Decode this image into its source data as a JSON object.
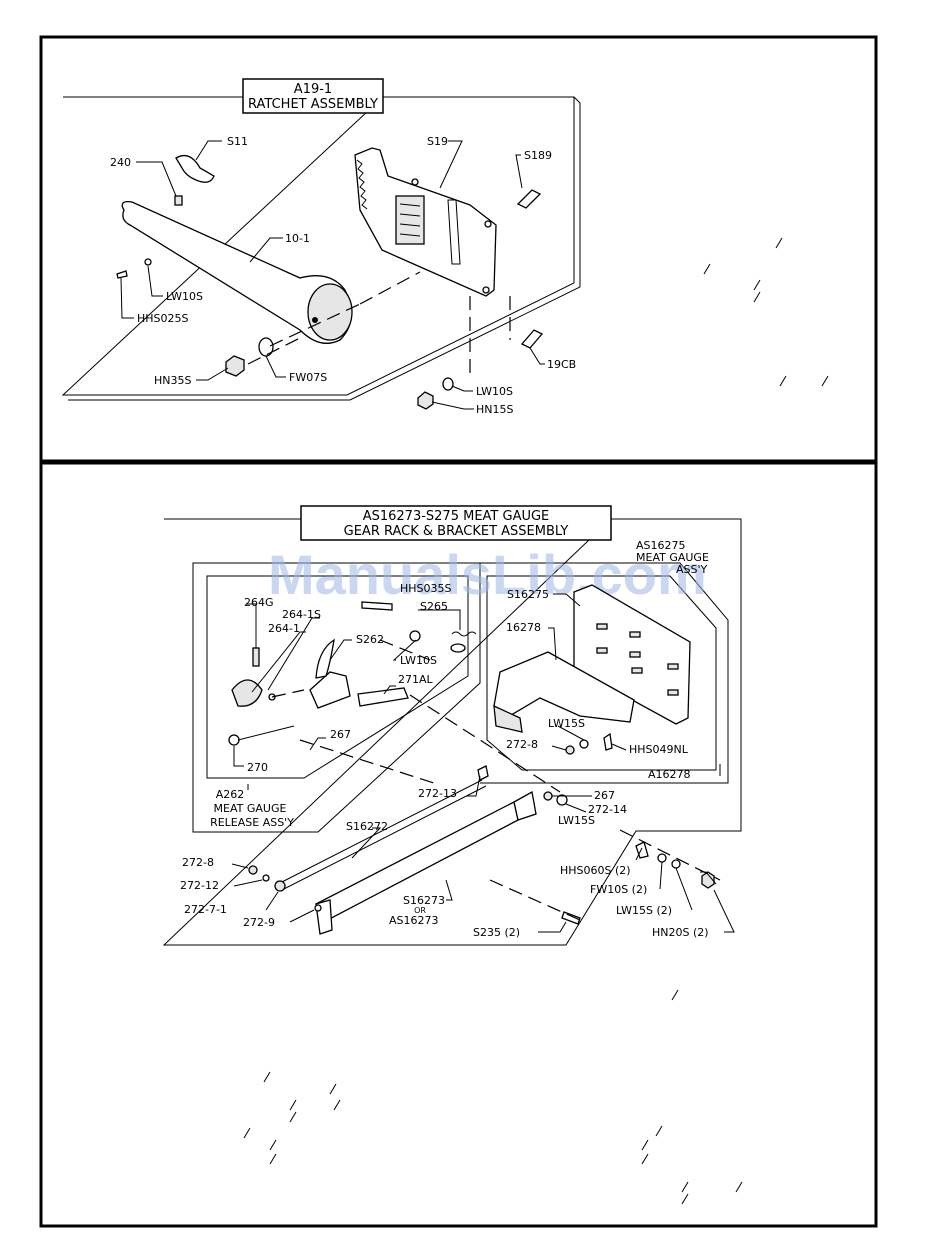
{
  "top_panel": {
    "title_line1": "A19-1",
    "title_line2": "RATCHET ASSEMBLY",
    "labels": {
      "p240": "240",
      "s11": "S11",
      "p10_1": "10-1",
      "lw10s_a": "LW10S",
      "hhs025s": "HHS025S",
      "hn35s": "HN35S",
      "fw07s": "FW07S",
      "s19": "S19",
      "s189": "S189",
      "p19cb": "19CB",
      "lw10s_b": "LW10S",
      "hn15s": "HN15S"
    }
  },
  "bottom_panel": {
    "title_line1": "AS16273-S275 MEAT GAUGE",
    "title_line2": "GEAR RACK & BRACKET ASSEMBLY",
    "watermark": "ManualsLib.com",
    "sub_title_meat_gauge_1": "AS16275",
    "sub_title_meat_gauge_2": "MEAT GAUGE",
    "sub_title_meat_gauge_3": "ASS'Y",
    "release_line1": "A262",
    "release_line2": "MEAT GAUGE",
    "release_line3": "RELEASE ASS'Y",
    "labels": {
      "p264g": "264G",
      "p264_1s": "264-1S",
      "p264_1": "264-1",
      "hhs035s": "HHS035S",
      "s265": "S265",
      "s262": "S262",
      "lw10s": "LW10S",
      "p271al": "271AL",
      "p267_a": "267",
      "p270": "270",
      "s16275": "S16275",
      "p16278": "16278",
      "lw15s_a": "LW15S",
      "p272_8_a": "272-8",
      "hhs049nl": "HHS049NL",
      "a16278": "A16278",
      "p272_13": "272-13",
      "p267_b": "267",
      "p272_14": "272-14",
      "lw15s_b": "LW15S",
      "s16272": "S16272",
      "p272_8_b": "272-8",
      "p272_12": "272-12",
      "p272_7_1": "272-7-1",
      "p272_9": "272-9",
      "s16273": "S16273",
      "or": "OR",
      "as16273": "AS16273",
      "hhs060s": "HHS060S (2)",
      "fw10s": "FW10S (2)",
      "lw15s_c": "LW15S (2)",
      "hn20s": "HN20S (2)",
      "s235": "S235 (2)"
    }
  }
}
